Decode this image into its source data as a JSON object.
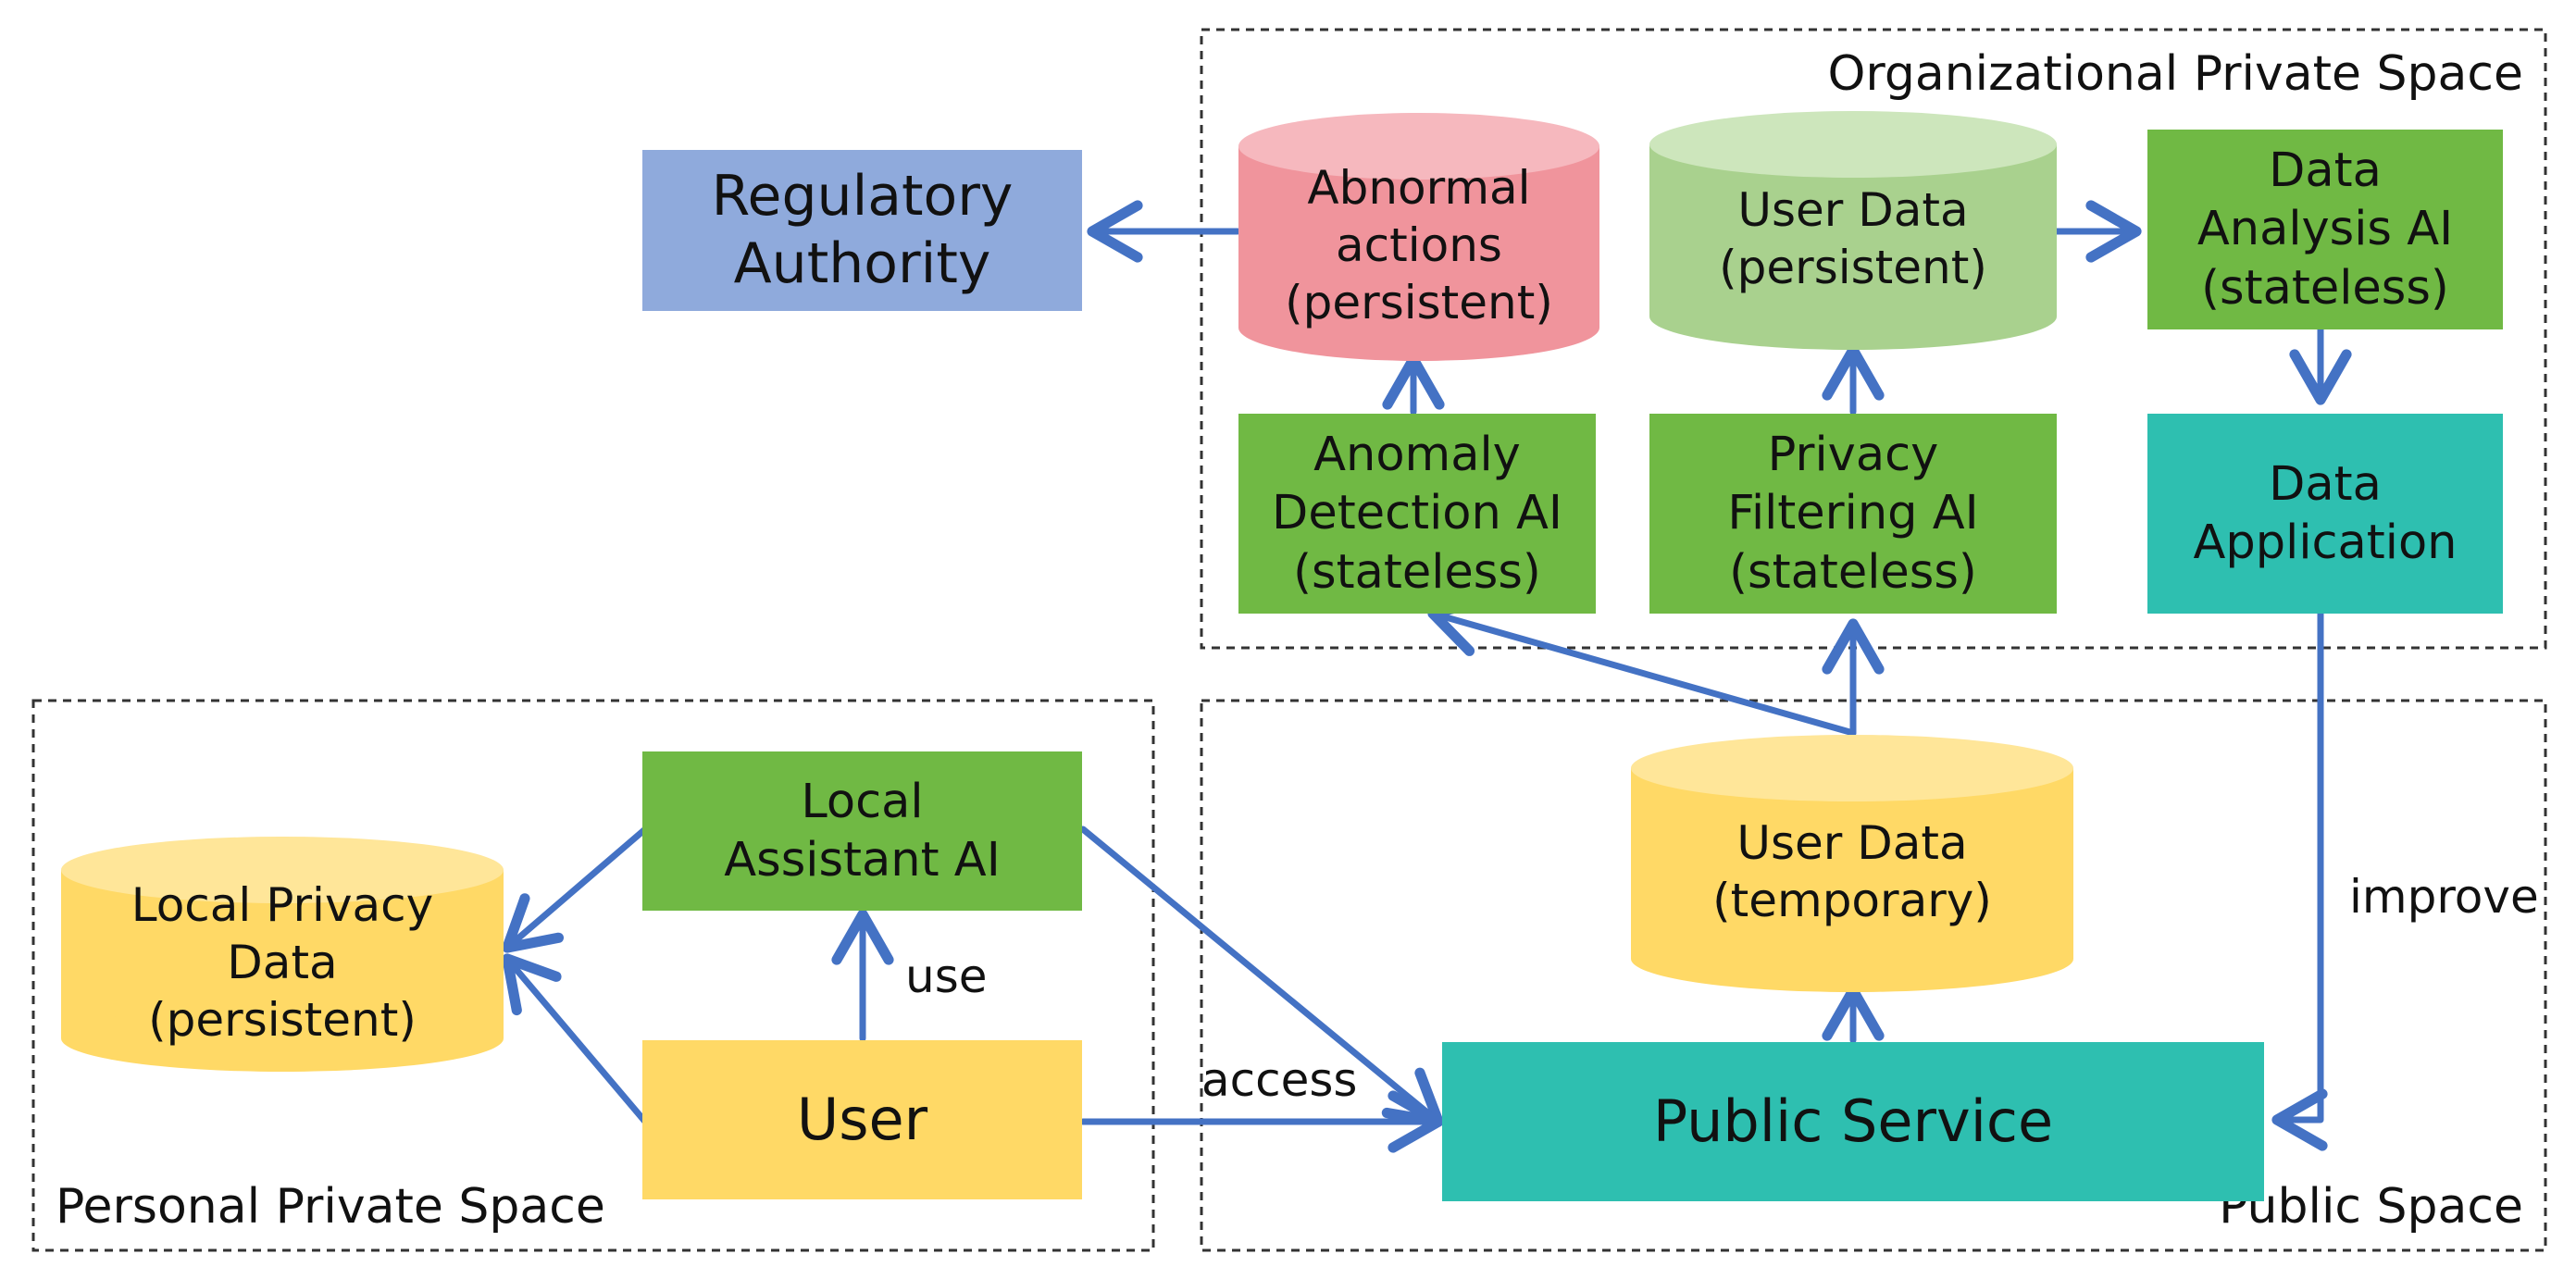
{
  "regions": {
    "organizational": "Organizational Private Space",
    "personal": "Personal Private Space",
    "public": "Public Space"
  },
  "nodes": {
    "regulatory_authority": "Regulatory\nAuthority",
    "abnormal_actions": "Abnormal\nactions\n(persistent)",
    "user_data_persistent": "User Data\n(persistent)",
    "data_analysis_ai": "Data\nAnalysis AI\n(stateless)",
    "anomaly_detection_ai": "Anomaly\nDetection AI\n(stateless)",
    "privacy_filtering_ai": "Privacy\nFiltering AI\n(stateless)",
    "data_application": "Data\nApplication",
    "local_assistant_ai": "Local\nAssistant AI",
    "local_privacy_data": "Local Privacy\nData\n(persistent)",
    "user": "User",
    "user_data_temporary": "User Data\n(temporary)",
    "public_service": "Public Service"
  },
  "edge_labels": {
    "use": "use",
    "access": "access",
    "improve": "improve"
  },
  "colors": {
    "arrow": "#4472C4",
    "regulatory": "#8FAADC",
    "abnormal": "#F0949C",
    "user_data_green": "#A9D18E",
    "ai_green": "#70B944",
    "teal": "#2EBFB0",
    "yellow": "#FFD966",
    "border": "#333333"
  }
}
